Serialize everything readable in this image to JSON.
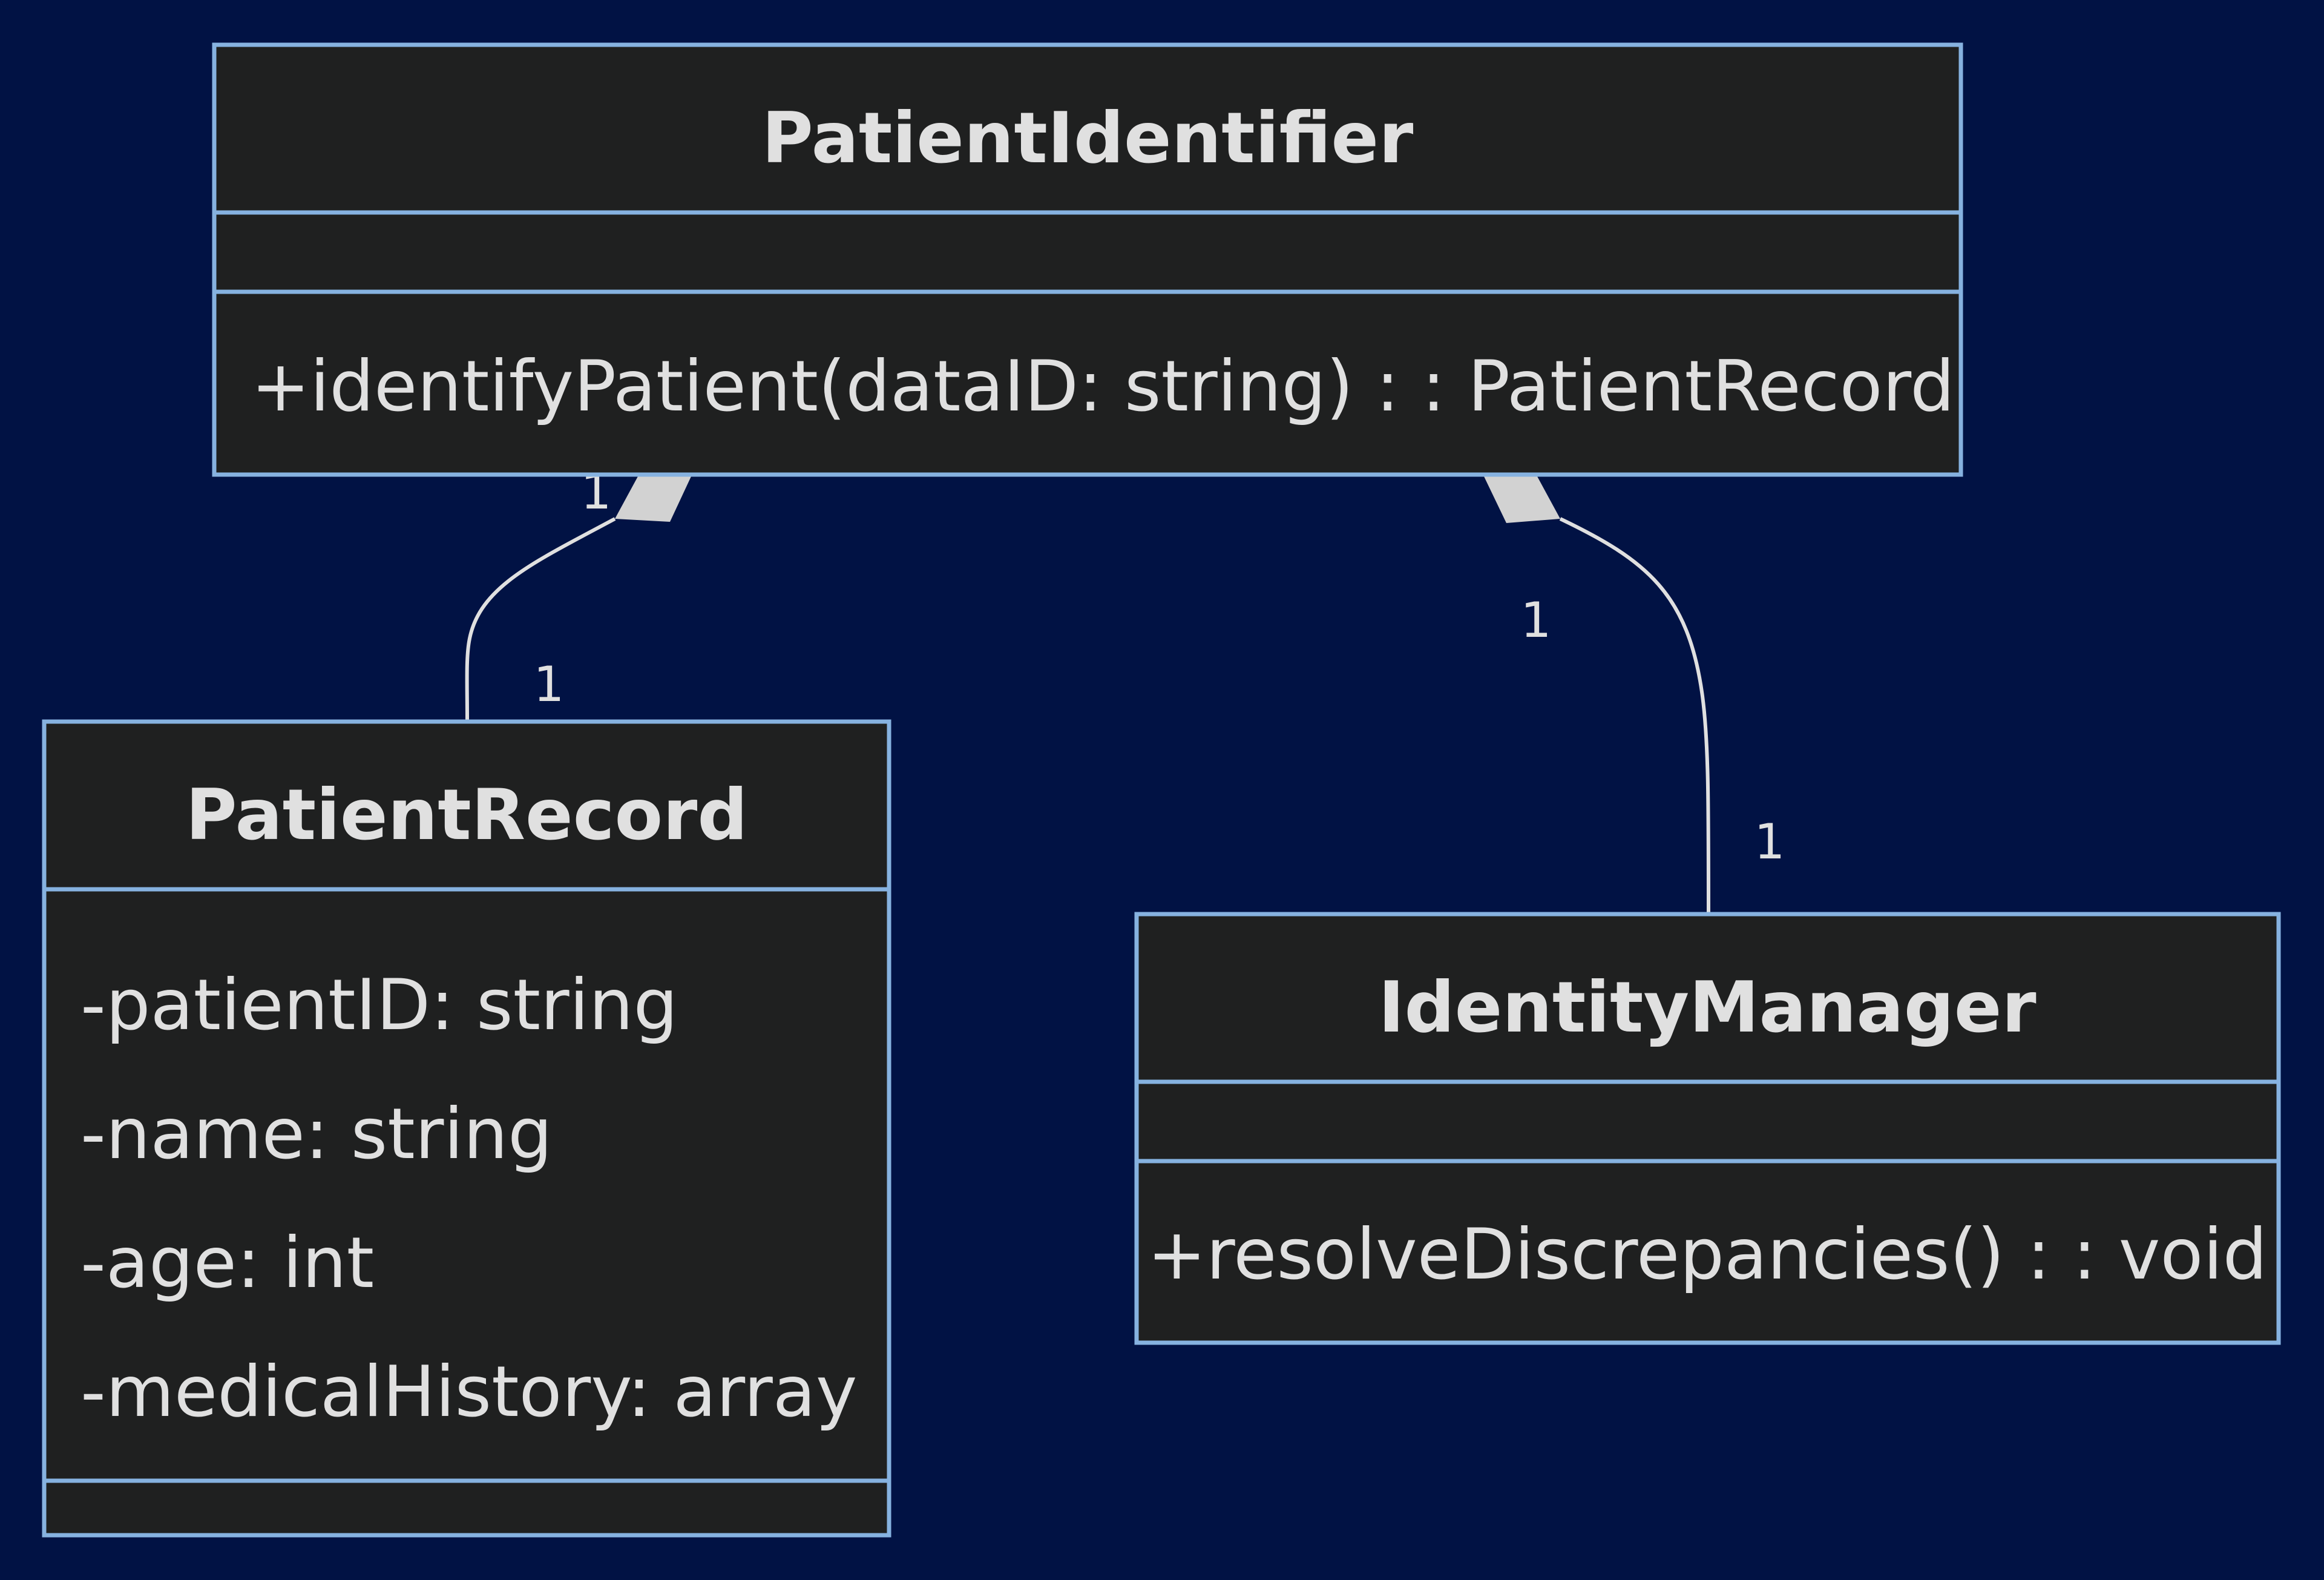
{
  "classes": {
    "patient_identifier": {
      "name": "PatientIdentifier",
      "attributes": [],
      "methods": [
        "+identifyPatient(dataID: string) : : PatientRecord"
      ]
    },
    "patient_record": {
      "name": "PatientRecord",
      "attributes": [
        "-patientID: string",
        "-name: string",
        "-age: int",
        "-medicalHistory: array"
      ],
      "methods": []
    },
    "identity_manager": {
      "name": "IdentityManager",
      "attributes": [],
      "methods": [
        "+resolveDiscrepancies() : : void"
      ]
    }
  },
  "relations": [
    {
      "type": "composition",
      "from": "PatientIdentifier",
      "to": "PatientRecord",
      "from_multiplicity": "1",
      "to_multiplicity": "1"
    },
    {
      "type": "composition",
      "from": "PatientIdentifier",
      "to": "IdentityManager",
      "from_multiplicity": "1",
      "to_multiplicity": "1"
    }
  ],
  "colors": {
    "background": "#011244",
    "box_fill": "#1f2020",
    "box_border": "#86b2e0",
    "text": "#e0e0e0",
    "edge": "#e0e0e0",
    "diamond": "#d2d2d2"
  }
}
